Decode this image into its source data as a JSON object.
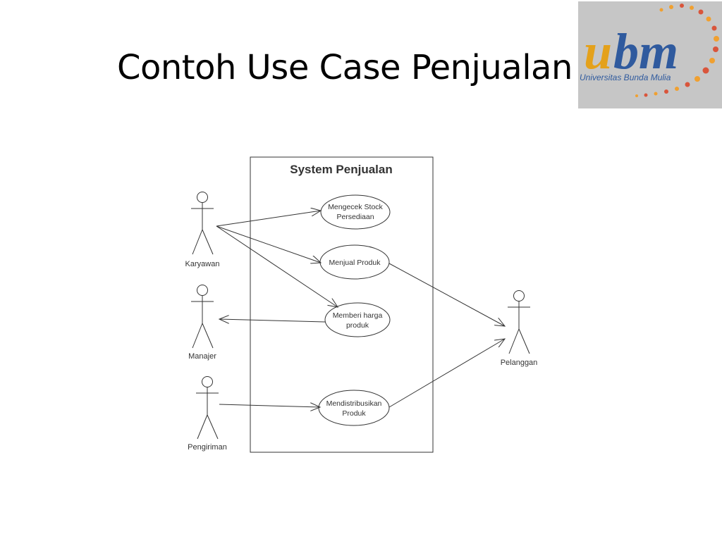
{
  "slide": {
    "title": "Contoh Use Case Penjualan"
  },
  "logo": {
    "mark": "ubm",
    "subtitle": "Universitas Bunda Mulia",
    "colors": {
      "background": "#c6c6c6",
      "letter_u": "#e4a11b",
      "letters_bm": "#2f5a9e",
      "dots_red": "#d9553b",
      "dots_orange": "#f0a030"
    }
  },
  "diagram": {
    "system_title": "System Penjualan",
    "actors": {
      "karyawan": "Karyawan",
      "manajer": "Manajer",
      "pengiriman": "Pengiriman",
      "pelanggan": "Pelanggan"
    },
    "use_cases": {
      "stock": [
        "Mengecek Stock",
        "Persediaan"
      ],
      "jual": [
        "Menjual Produk"
      ],
      "harga": [
        "Memberi harga",
        "produk"
      ],
      "distribusi": [
        "Mendistribusikan",
        "Produk"
      ]
    }
  }
}
